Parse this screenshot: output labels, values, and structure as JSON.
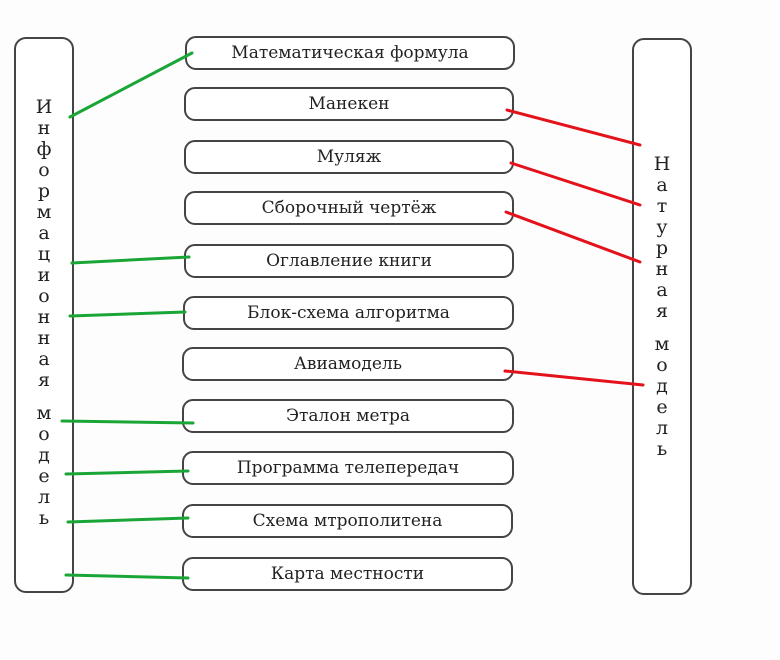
{
  "left_category": "Информационная модель",
  "right_category": "Натурная модель",
  "items": [
    "Математическая формула",
    "Манекен",
    "Муляж",
    "Сборочный чертёж",
    "Оглавление книги",
    "Блок-схема алгоритма",
    "Авиамодель",
    "Эталон метра",
    "Программа телепередач",
    "Схема мтрополитена",
    "Карта местности"
  ],
  "connections": {
    "information_color": "#1aa637",
    "natural_color": "#e3121b",
    "information": [
      0,
      4,
      5,
      7,
      8,
      9,
      10
    ],
    "natural": [
      1,
      2,
      3,
      6
    ]
  }
}
